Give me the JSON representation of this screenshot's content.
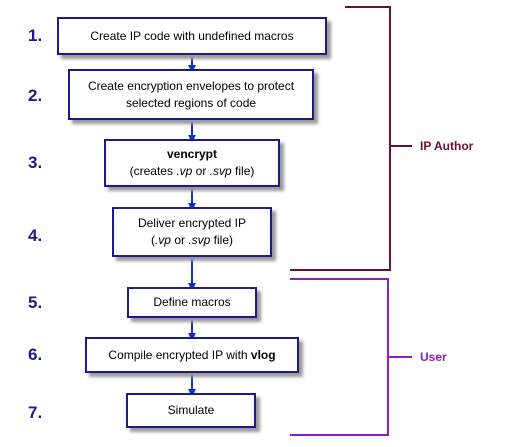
{
  "colors": {
    "box_border": "#1a1a8c",
    "step_number": "#1a1a8c",
    "arrow": "#1530c8",
    "ip_author_bracket": "#6b0f3a",
    "user_bracket": "#8a20c0"
  },
  "steps": [
    {
      "number": "1.",
      "line1": "Create IP code with undefined macros"
    },
    {
      "number": "2.",
      "line1": "Create encryption envelopes to protect",
      "line2": "selected regions of code"
    },
    {
      "number": "3.",
      "line1": "vencrypt",
      "line2_pre": "(creates ",
      "line2_ext1": ".vp",
      "line2_mid": " or ",
      "line2_ext2": ".svp",
      "line2_post": " file)"
    },
    {
      "number": "4.",
      "line1": "Deliver encrypted IP",
      "line2_pre": "(",
      "line2_ext1": ".vp",
      "line2_mid": " or ",
      "line2_ext2": ".svp",
      "line2_post": " file)"
    },
    {
      "number": "5.",
      "line1": "Define macros"
    },
    {
      "number": "6.",
      "line1_pre": "Compile encrypted IP with ",
      "line1_bold": "vlog"
    },
    {
      "number": "7.",
      "line1": "Simulate"
    }
  ],
  "groups": {
    "ip_author": {
      "label": "IP Author"
    },
    "user": {
      "label": "User"
    }
  }
}
